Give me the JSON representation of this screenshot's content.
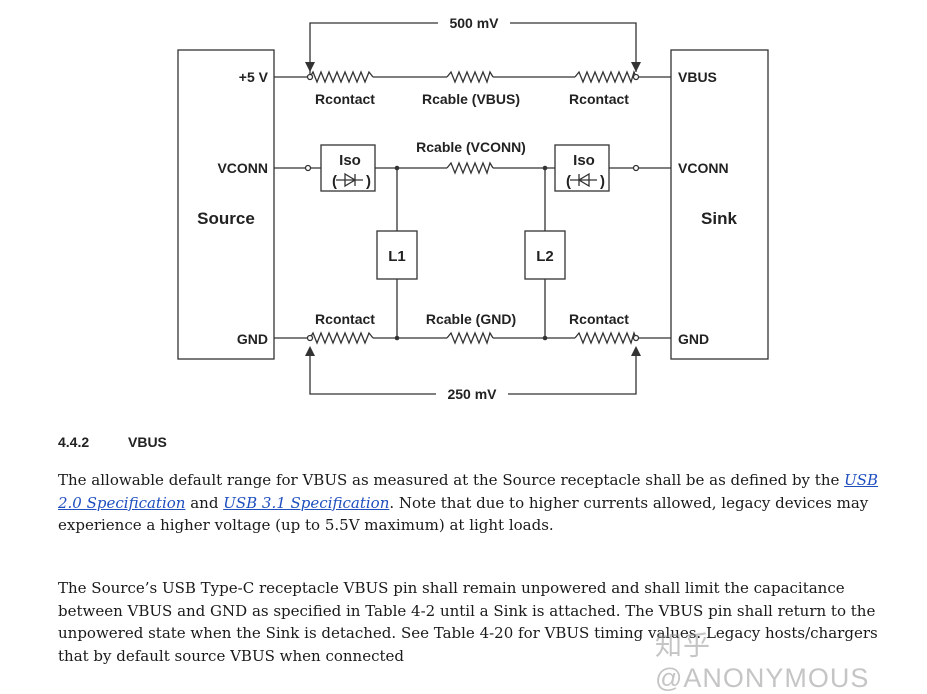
{
  "diagram": {
    "source_block": "Source",
    "sink_block": "Sink",
    "source_pins": [
      "+5 V",
      "VCONN",
      "GND"
    ],
    "sink_pins": [
      "VBUS",
      "VCONN",
      "GND"
    ],
    "top_measure": "500 mV",
    "bottom_measure": "250 mV",
    "r_contact": "Rcontact",
    "r_cable_vbus": "Rcable (VBUS)",
    "r_cable_vconn": "Rcable (VCONN)",
    "r_cable_gnd": "Rcable (GND)",
    "iso": "Iso",
    "load1": "L1",
    "load2": "L2"
  },
  "section": {
    "number": "4.4.2",
    "title": "VBUS",
    "para1": {
      "t1": "The allowable default range for VBUS as measured at the Source receptacle shall be as defined by the ",
      "link1": "USB 2.0 Specification",
      "t2": " and ",
      "link2": "USB 3.1 Specification",
      "t3": ".  Note that due to higher currents allowed, legacy devices may experience a higher voltage (up to 5.5V maximum) at light loads."
    },
    "para2": "The Source’s USB Type-C receptacle VBUS pin shall remain unpowered and shall limit the capacitance between VBUS and GND as specified in Table 4-2 until a Sink is attached.  The VBUS pin shall return to the unpowered state when the Sink is detached.  See Table 4-20 for VBUS timing values.  Legacy hosts/chargers that by default source VBUS when connected"
  },
  "watermark": "知乎 @ANONYMOUS"
}
